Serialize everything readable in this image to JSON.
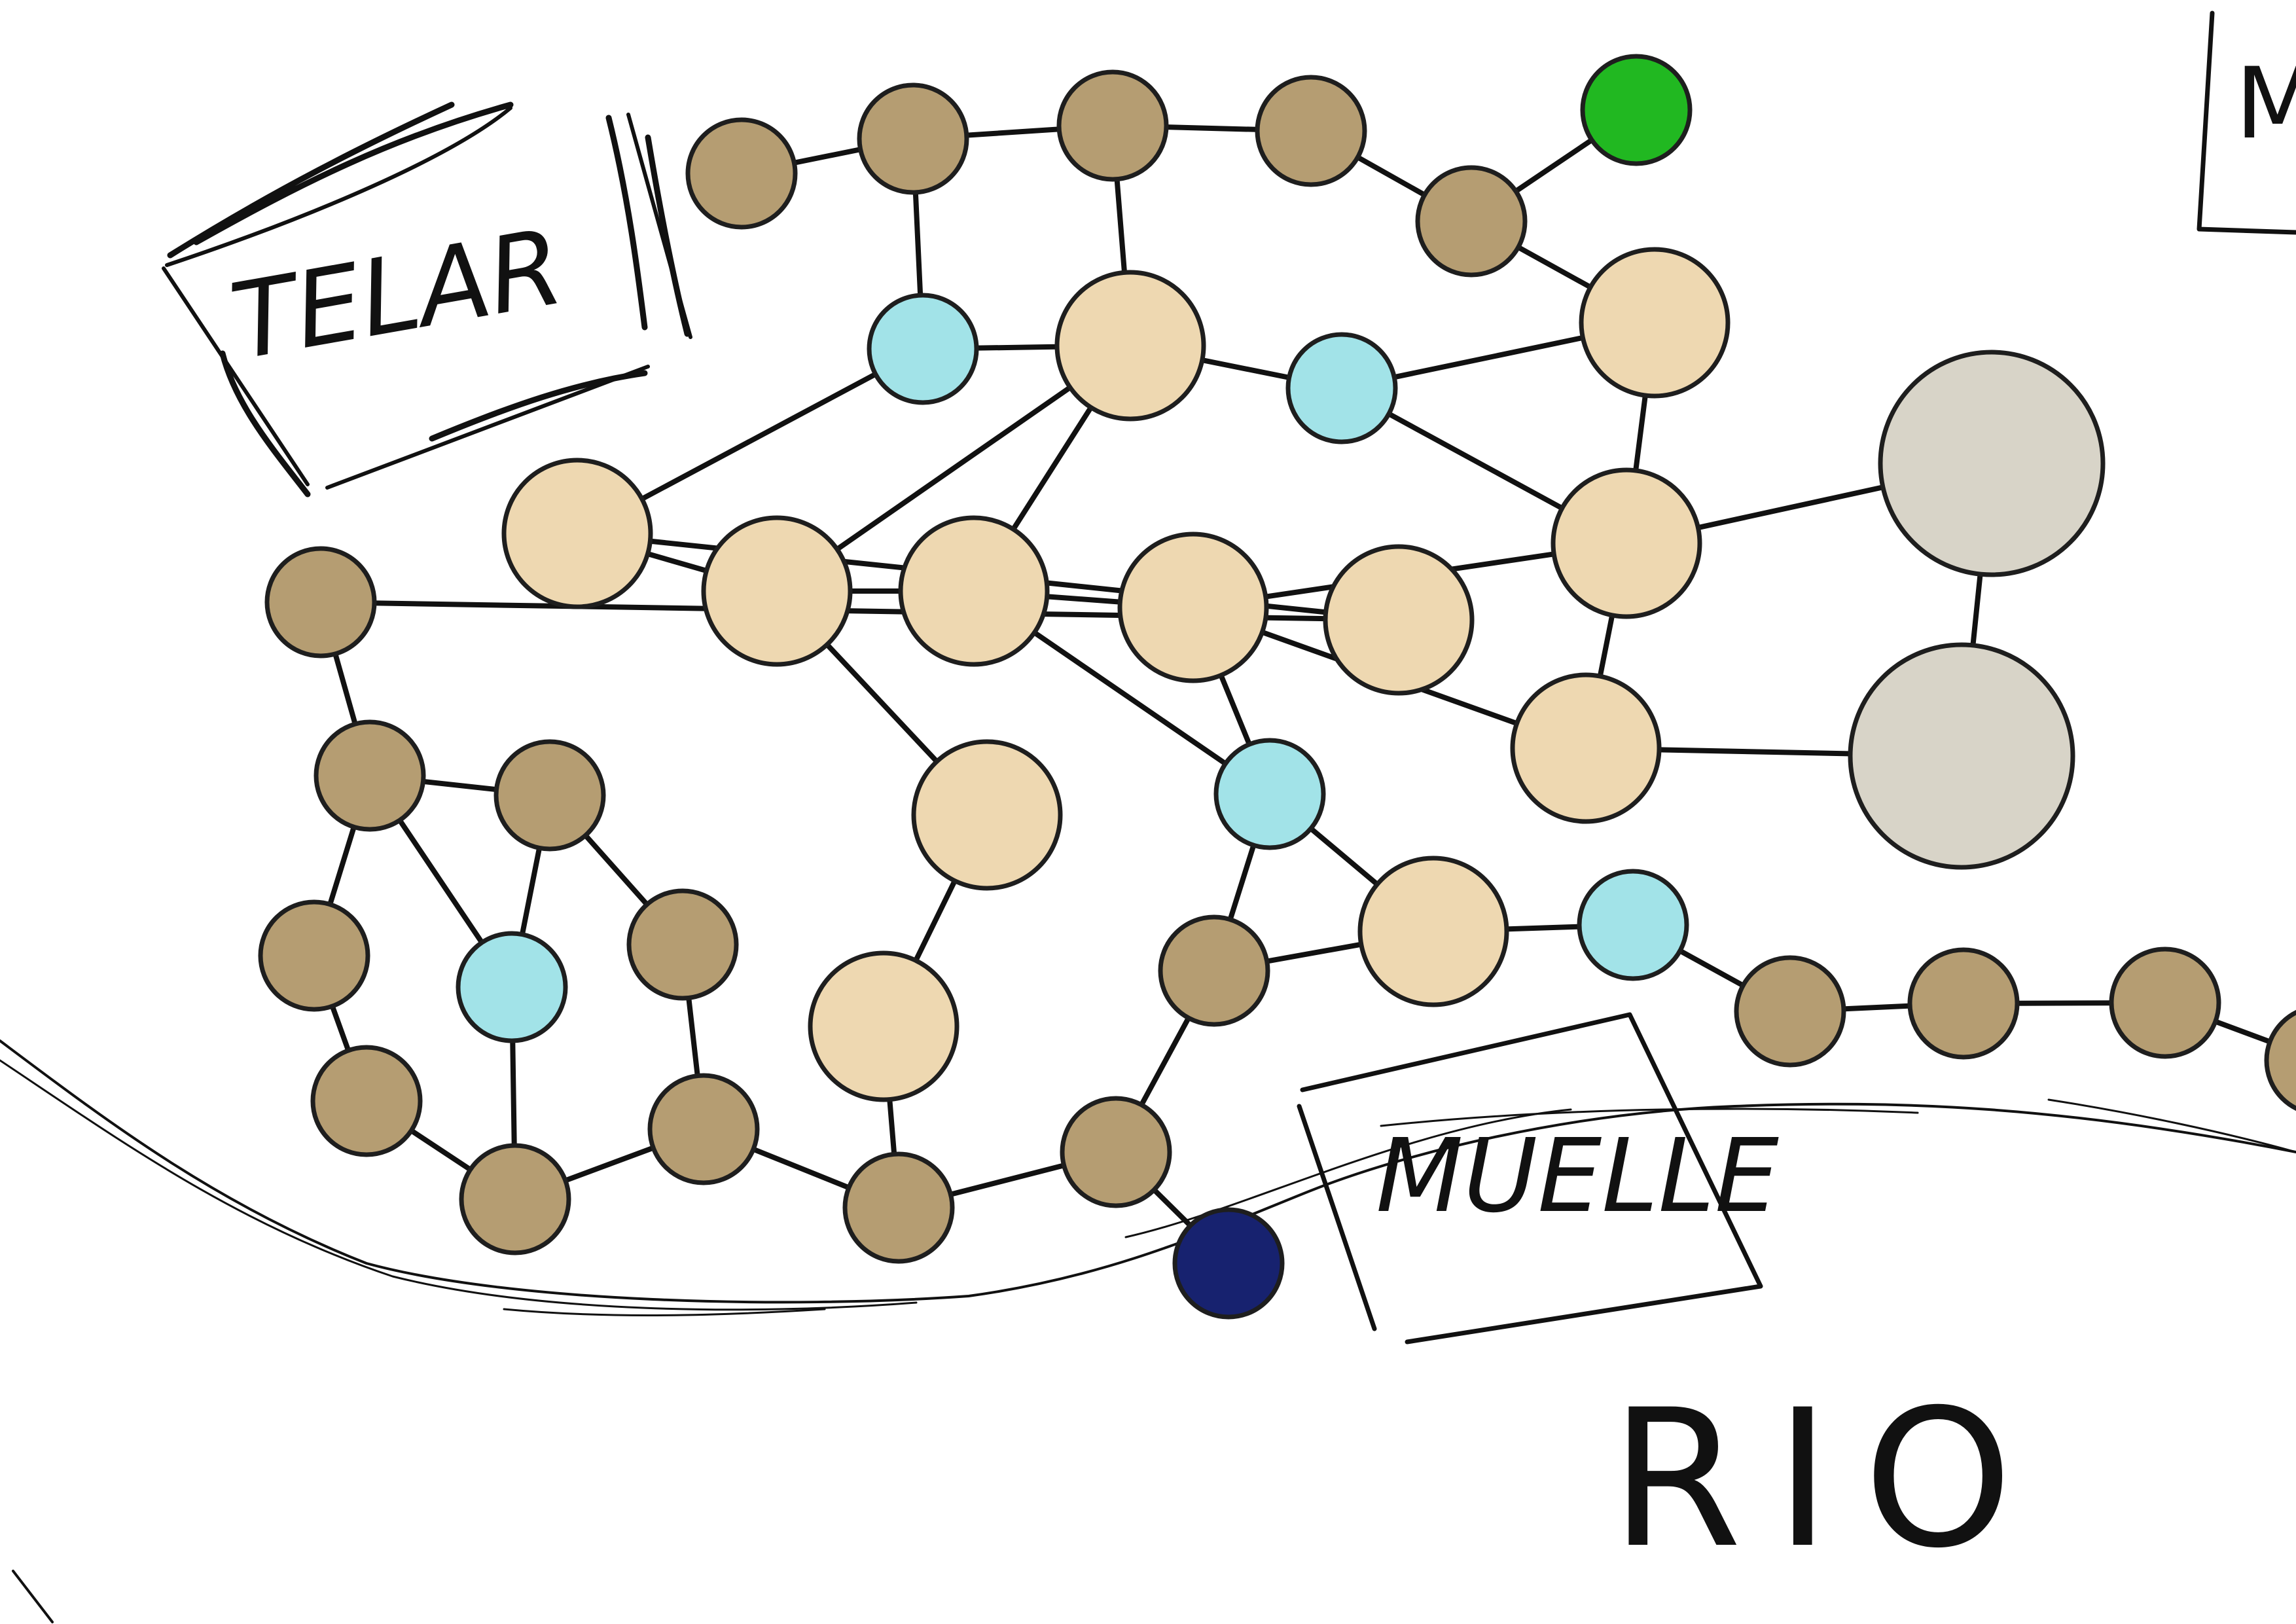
{
  "labels": {
    "telar": "TELAR",
    "muelle": "MUELLE",
    "rio": "RIO",
    "edge_box": "M"
  },
  "colors": {
    "background": "#ffffff",
    "ink": "#111111",
    "small_node": "#b59d72",
    "large_node": "#eed8b1",
    "cyan_node": "#a2e3e8",
    "grey_node": "#d8d4c8",
    "green_node": "#21b821",
    "navy_node": "#17226f"
  },
  "node_types": {
    "small": {
      "color_key": "small_node",
      "icon": "small-brown-node-icon"
    },
    "large": {
      "color_key": "large_node",
      "icon": "large-beige-node-icon"
    },
    "cyan": {
      "color_key": "cyan_node",
      "icon": "cyan-node-icon"
    },
    "grey": {
      "color_key": "grey_node",
      "icon": "grey-node-icon"
    },
    "green": {
      "color_key": "green_node",
      "icon": "green-node-icon"
    },
    "navy": {
      "color_key": "navy_node",
      "icon": "navy-node-icon"
    }
  },
  "nodes": [
    {
      "id": "b1",
      "type": "small"
    },
    {
      "id": "b2",
      "type": "small"
    },
    {
      "id": "b3",
      "type": "small"
    },
    {
      "id": "b4",
      "type": "small"
    },
    {
      "id": "b5",
      "type": "small"
    },
    {
      "id": "g1",
      "type": "green"
    },
    {
      "id": "c1",
      "type": "cyan"
    },
    {
      "id": "L1",
      "type": "large"
    },
    {
      "id": "c2",
      "type": "cyan"
    },
    {
      "id": "L2",
      "type": "large"
    },
    {
      "id": "L3",
      "type": "large"
    },
    {
      "id": "L4",
      "type": "large"
    },
    {
      "id": "L5",
      "type": "large"
    },
    {
      "id": "L6",
      "type": "large"
    },
    {
      "id": "L7",
      "type": "large"
    },
    {
      "id": "L8",
      "type": "large"
    },
    {
      "id": "L9",
      "type": "large"
    },
    {
      "id": "b6",
      "type": "small"
    },
    {
      "id": "G1",
      "type": "grey"
    },
    {
      "id": "G2",
      "type": "grey"
    },
    {
      "id": "b7",
      "type": "small"
    },
    {
      "id": "b8",
      "type": "small"
    },
    {
      "id": "b9",
      "type": "small"
    },
    {
      "id": "c3",
      "type": "cyan"
    },
    {
      "id": "b10",
      "type": "small"
    },
    {
      "id": "b11",
      "type": "small"
    },
    {
      "id": "b12",
      "type": "small"
    },
    {
      "id": "b13",
      "type": "small"
    },
    {
      "id": "L10",
      "type": "large"
    },
    {
      "id": "L11",
      "type": "large"
    },
    {
      "id": "b14",
      "type": "small"
    },
    {
      "id": "b15",
      "type": "small"
    },
    {
      "id": "c4",
      "type": "cyan"
    },
    {
      "id": "b16",
      "type": "small"
    },
    {
      "id": "L12",
      "type": "large"
    },
    {
      "id": "c5",
      "type": "cyan"
    },
    {
      "id": "b17",
      "type": "small"
    },
    {
      "id": "b18",
      "type": "small"
    },
    {
      "id": "b19",
      "type": "small"
    },
    {
      "id": "n1",
      "type": "navy"
    },
    {
      "id": "b20",
      "type": "small"
    }
  ],
  "edges": [
    [
      "b1",
      "b2"
    ],
    [
      "b2",
      "b3"
    ],
    [
      "b3",
      "b4"
    ],
    [
      "b4",
      "b5"
    ],
    [
      "b5",
      "g1"
    ],
    [
      "b2",
      "c1"
    ],
    [
      "b3",
      "L1"
    ],
    [
      "c1",
      "L1"
    ],
    [
      "L1",
      "c2"
    ],
    [
      "c2",
      "L2"
    ],
    [
      "b5",
      "L2"
    ],
    [
      "L2",
      "L5"
    ],
    [
      "c2",
      "L5"
    ],
    [
      "c1",
      "L3"
    ],
    [
      "L1",
      "L4"
    ],
    [
      "L1",
      "L7"
    ],
    [
      "b6",
      "L9"
    ],
    [
      "L9",
      "L3"
    ],
    [
      "L3",
      "L4"
    ],
    [
      "L4",
      "L7"
    ],
    [
      "L7",
      "L8"
    ],
    [
      "L8",
      "L5"
    ],
    [
      "L5",
      "L6"
    ],
    [
      "L6",
      "G2"
    ],
    [
      "L5",
      "G1"
    ],
    [
      "G1",
      "G2"
    ],
    [
      "L8",
      "L6"
    ],
    [
      "L4",
      "L10"
    ],
    [
      "L10",
      "L11"
    ],
    [
      "L11",
      "b15"
    ],
    [
      "L7",
      "c4"
    ],
    [
      "L8",
      "c4"
    ],
    [
      "c4",
      "b16"
    ],
    [
      "c4",
      "L12"
    ],
    [
      "b16",
      "L12"
    ],
    [
      "L12",
      "c5"
    ],
    [
      "c5",
      "b17"
    ],
    [
      "b17",
      "b18"
    ],
    [
      "b18",
      "b19"
    ],
    [
      "b19",
      "b20"
    ],
    [
      "b16",
      "b14"
    ],
    [
      "b14",
      "b15"
    ],
    [
      "b14",
      "n1"
    ],
    [
      "b15",
      "b13"
    ],
    [
      "b6",
      "b7"
    ],
    [
      "b7",
      "b8"
    ],
    [
      "b7",
      "b9"
    ],
    [
      "b7",
      "c3"
    ],
    [
      "b9",
      "b11"
    ],
    [
      "c3",
      "b12"
    ],
    [
      "b11",
      "b12"
    ],
    [
      "b12",
      "b13"
    ],
    [
      "b8",
      "b10"
    ],
    [
      "b10",
      "b13"
    ],
    [
      "b8",
      "c3"
    ]
  ]
}
